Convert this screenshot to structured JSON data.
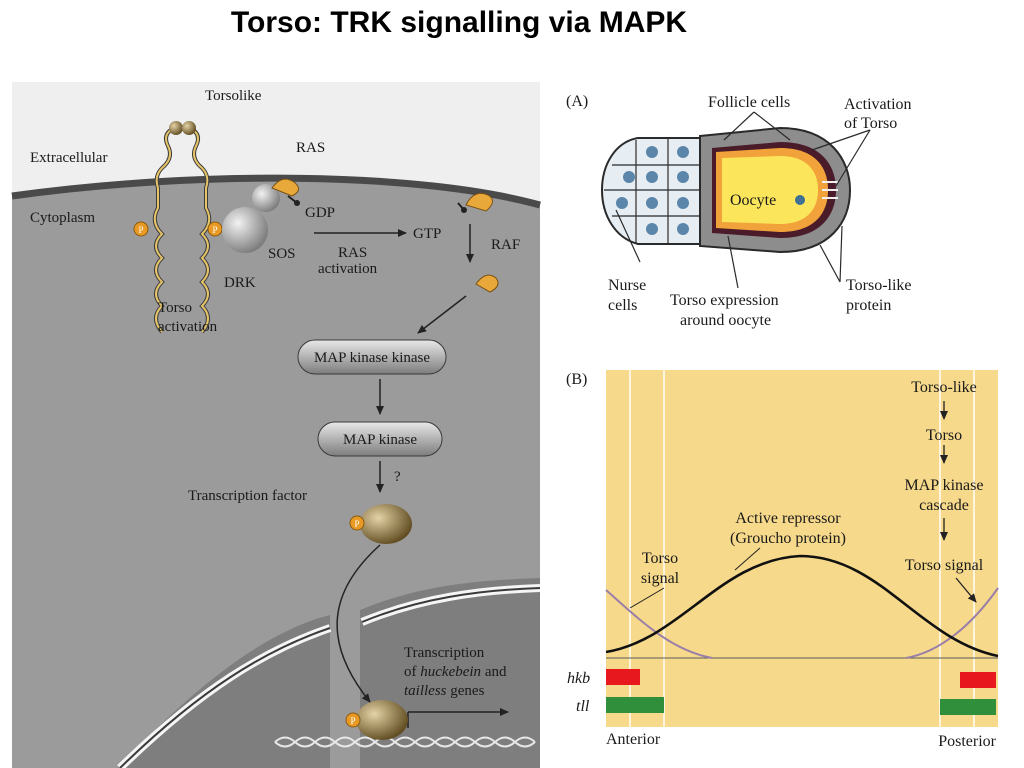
{
  "title": "Torso: TRK signalling via MAPK",
  "pathway": {
    "torsolike": "Torsolike",
    "extracellular": "Extracellular",
    "cytoplasm": "Cytoplasm",
    "ras": "RAS",
    "gdp": "GDP",
    "gtp": "GTP",
    "raf": "RAF",
    "sos": "SOS",
    "drk": "DRK",
    "ras_activation_line1": "RAS",
    "ras_activation_line2": "activation",
    "torso_activation_line1": "Torso",
    "torso_activation_line2": "activation",
    "mapkk": "MAP kinase kinase",
    "mapk": "MAP kinase",
    "question": "?",
    "transcription_factor": "Transcription factor",
    "transcription_line1": "Transcription",
    "transcription_line2_pre": "of ",
    "transcription_line2_gene": "huckebein",
    "transcription_line2_post": " and",
    "transcription_line3_gene": "tailless",
    "transcription_line3_post": " genes",
    "phospho": "P"
  },
  "panel_a": {
    "label": "(A)",
    "follicle_cells": "Follicle cells",
    "activation_line1": "Activation",
    "activation_line2": "of Torso",
    "oocyte": "Oocyte",
    "nurse_line1": "Nurse",
    "nurse_line2": "cells",
    "torso_expr_line1": "Torso expression",
    "torso_expr_line2": "around oocyte",
    "torso_like_line1": "Torso-like",
    "torso_like_line2": "protein"
  },
  "panel_b": {
    "label": "(B)",
    "cascade": [
      "Torso-like",
      "Torso",
      "MAP kinase",
      "cascade",
      "Torso signal"
    ],
    "active_repressor_line1": "Active repressor",
    "active_repressor_line2": "(Groucho protein)",
    "torso_signal_left_line1": "Torso",
    "torso_signal_left_line2": "signal",
    "hkb": "hkb",
    "tll": "tll",
    "anterior": "Anterior",
    "posterior": "Posterior"
  },
  "colors": {
    "cell_gray": "#9a9a9a",
    "panel_b_bg": "#f6d98a",
    "hkb_bar": "#e8191e",
    "tll_bar": "#2f8f3a",
    "oocyte_yellow": "#fbe55a",
    "orange_ring": "#f2a23a"
  }
}
